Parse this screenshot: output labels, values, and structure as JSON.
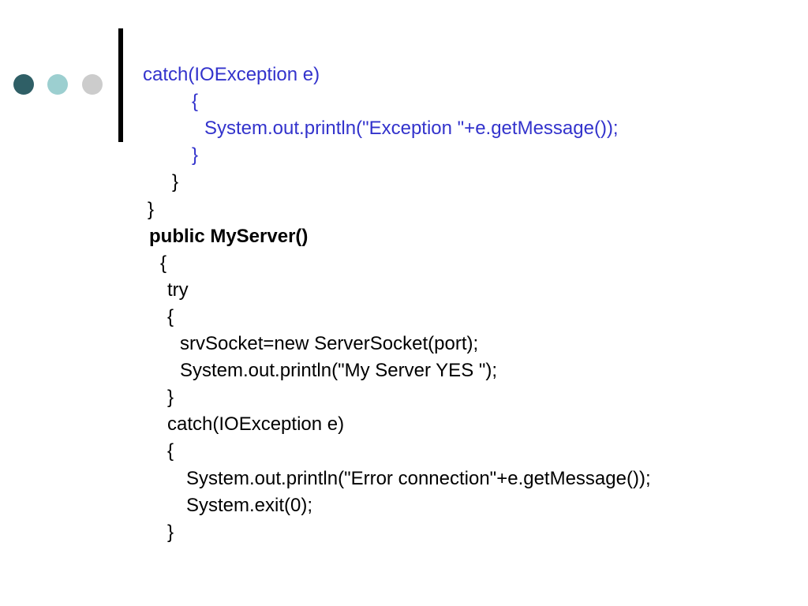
{
  "theme": {
    "dot_colors": [
      "#2f5f66",
      "#9ccfd0",
      "#cccccc"
    ],
    "bar_color": "#000000",
    "highlight_color": "#3333cc"
  },
  "code": [
    "catch(IOException e)",
    "{",
    "System.out.println(\"Exception \"+e.getMessage());",
    "}",
    "}",
    "}",
    "public MyServer()",
    "{",
    "try",
    "{",
    "srvSocket=new ServerSocket(port);",
    "System.out.println(\"My Server YES \");",
    "}",
    "catch(IOException e)",
    "{",
    "System.out.println(\"Error connection\"+e.getMessage());",
    "System.exit(0);",
    "}"
  ]
}
